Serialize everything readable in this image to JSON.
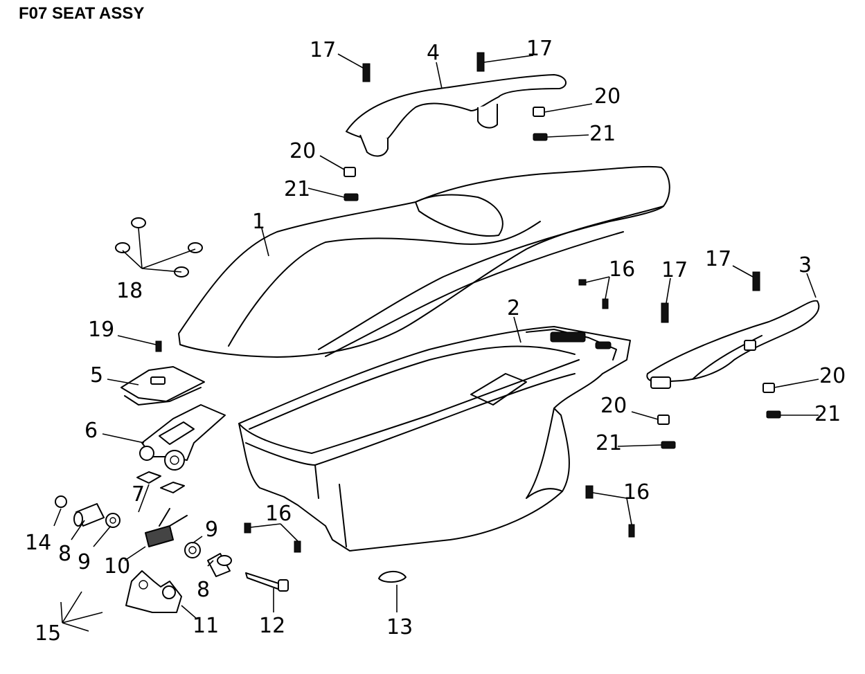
{
  "header": {
    "title": "F07 SEAT ASSY"
  },
  "callouts": [
    "1",
    "2",
    "3",
    "4",
    "5",
    "6",
    "7",
    "8",
    "8",
    "9",
    "9",
    "10",
    "11",
    "12",
    "13",
    "14",
    "15",
    "16",
    "16",
    "16",
    "17",
    "17",
    "17",
    "17",
    "18",
    "19",
    "20",
    "20",
    "20",
    "20",
    "21",
    "21",
    "21",
    "21"
  ]
}
